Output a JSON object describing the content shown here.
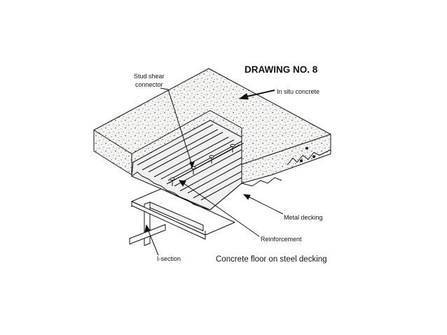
{
  "drawing": {
    "title": "DRAWING NO. 8",
    "caption": "Concrete floor on steel decking",
    "labels": {
      "stud_shear_connector_line1": "Stud shear",
      "stud_shear_connector_line2": "connector",
      "in_situ_concrete": "In situ concrete",
      "metal_decking": "Metal decking",
      "reinforcement": "Reinforcement",
      "i_section": "I-section"
    },
    "colors": {
      "ink": "#111111",
      "concrete_fill": "#f4f4f2",
      "deck_fill": "#ececec",
      "steel_fill": "#ffffff"
    }
  }
}
